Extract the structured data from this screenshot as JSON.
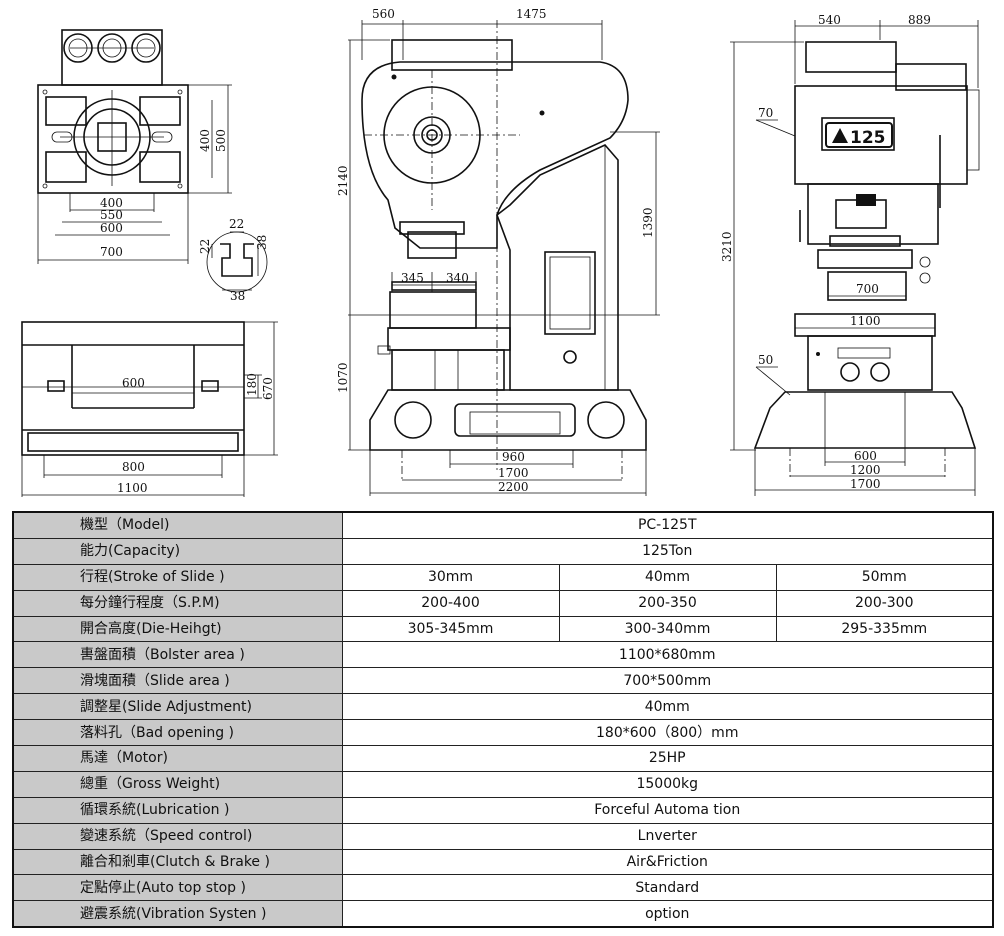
{
  "drawing": {
    "badge_text": "125",
    "dims": {
      "top_400": "400",
      "top_550": "550",
      "top_600": "600",
      "top_700": "700",
      "top_400v": "400",
      "top_500v": "500",
      "slot_22a": "22",
      "slot_22b": "22",
      "slot_38a": "38",
      "slot_38b": "38",
      "bed_600": "600",
      "bed_800": "800",
      "bed_1100": "1100",
      "bed_180": "180",
      "bed_670": "670",
      "front_560": "560",
      "front_1475": "1475",
      "front_2140": "2140",
      "front_1390": "1390",
      "front_1070": "1070",
      "front_345": "345",
      "front_340": "340",
      "front_960": "960",
      "front_1700": "1700",
      "front_2200": "2200",
      "side_540": "540",
      "side_889": "889",
      "side_70": "70",
      "side_3210": "3210",
      "side_700": "700",
      "side_1100": "1100",
      "side_50": "50",
      "side_600": "600",
      "side_1200": "1200",
      "side_1700": "1700"
    }
  },
  "spec_table": {
    "rows": [
      {
        "label": "機型（Model)",
        "values": [
          "PC-125T"
        ]
      },
      {
        "label": "能力(Capacity)",
        "values": [
          "125Ton"
        ]
      },
      {
        "label": "行程(Stroke of Slide )",
        "values": [
          "30mm",
          "40mm",
          "50mm"
        ]
      },
      {
        "label": "每分鐘行程度（S.P.M)",
        "values": [
          "200-400",
          "200-350",
          "200-300"
        ]
      },
      {
        "label": "開合高度(Die-Heihgt)",
        "values": [
          "305-345mm",
          "300-340mm",
          "295-335mm"
        ]
      },
      {
        "label": "軎盤面積（Bolster area )",
        "values": [
          "1100*680mm"
        ]
      },
      {
        "label": "滑塊面積（Slide area )",
        "values": [
          "700*500mm"
        ]
      },
      {
        "label": "調整星(Slide Adjustment)",
        "values": [
          "40mm"
        ]
      },
      {
        "label": "落料孔（Bad opening )",
        "values": [
          "180*600（800）mm"
        ]
      },
      {
        "label": "馬達（Motor)",
        "values": [
          "25HP"
        ]
      },
      {
        "label": "總重（Gross Weight)",
        "values": [
          "15000kg"
        ]
      },
      {
        "label": "循環系統(Lubrication )",
        "values": [
          "Forceful Automa tion"
        ]
      },
      {
        "label": "變速系統（Speed control)",
        "values": [
          "Lnverter"
        ]
      },
      {
        "label": "離合和剎車(Clutch & Brake )",
        "values": [
          "Air&Friction"
        ]
      },
      {
        "label": "定點停止(Auto top stop )",
        "values": [
          "Standard"
        ]
      },
      {
        "label": "避震系統(Vibration Systen )",
        "values": [
          "option"
        ]
      }
    ]
  }
}
